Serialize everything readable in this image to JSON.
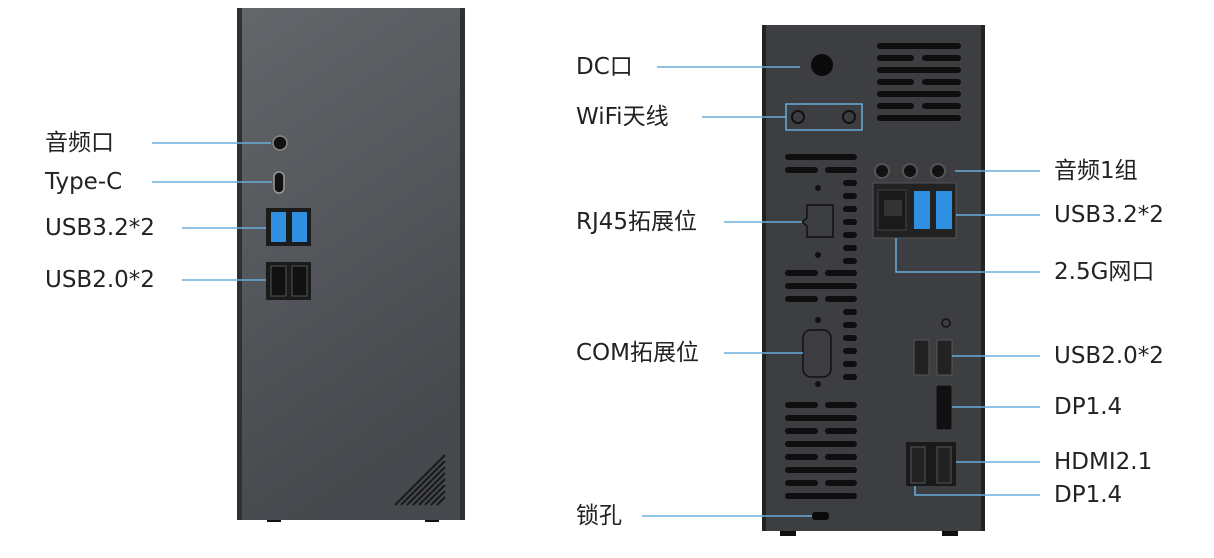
{
  "front": {
    "labels": {
      "audio": "音频口",
      "typec": "Type-C",
      "usb32": "USB3.2*2",
      "usb20": "USB2.0*2"
    }
  },
  "back": {
    "left_labels": {
      "dc": "DC口",
      "wifi": "WiFi天线",
      "rj45_ext": "RJ45拓展位",
      "com_ext": "COM拓展位",
      "lock": "锁孔"
    },
    "right_labels": {
      "audio": "音频1组",
      "usb32": "USB3.2*2",
      "lan": "2.5G网口",
      "usb20": "USB2.0*2",
      "dp1": "DP1.4",
      "hdmi": "HDMI2.1",
      "dp2": "DP1.4"
    }
  },
  "colors": {
    "leader": "#6aaedb",
    "case_front": "#55585c",
    "case_back": "#3c3e42",
    "usb3_blue": "#2f8fe0"
  }
}
